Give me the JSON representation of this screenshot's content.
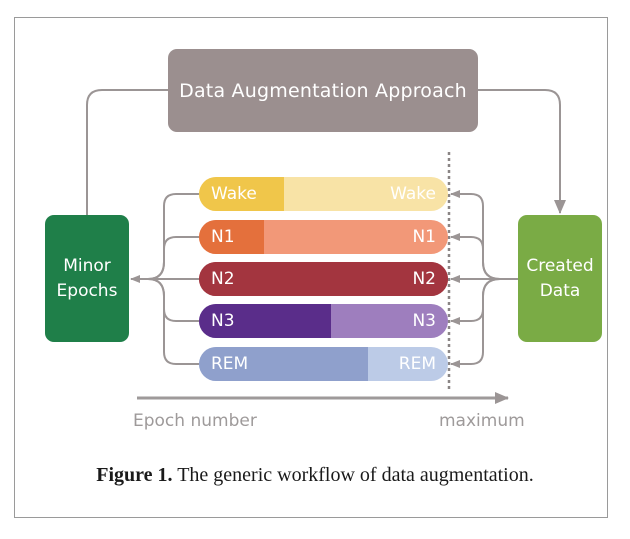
{
  "figure": {
    "approach_box": {
      "label": "Data Augmentation Approach",
      "color": "#9b8f8f"
    },
    "minor_epochs_box": {
      "line1": "Minor",
      "line2": "Epochs",
      "color": "#1f7f49"
    },
    "created_data_box": {
      "line1": "Created",
      "line2": "Data",
      "color": "#7aab45"
    },
    "stages": [
      {
        "name": "Wake",
        "left_label": "Wake",
        "right_label": "Wake",
        "dark_color": "#f0c64a",
        "light_color": "#f8e3a6",
        "dark_fraction": 0.34
      },
      {
        "name": "N1",
        "left_label": "N1",
        "right_label": "N1",
        "dark_color": "#e4703c",
        "light_color": "#f29878",
        "dark_fraction": 0.26
      },
      {
        "name": "N2",
        "left_label": "N2",
        "right_label": "N2",
        "dark_color": "#a3353f",
        "light_color": "#a3353f",
        "dark_fraction": 1.0
      },
      {
        "name": "N3",
        "left_label": "N3",
        "right_label": "N3",
        "dark_color": "#5a2d8a",
        "light_color": "#9e7ebe",
        "dark_fraction": 0.53
      },
      {
        "name": "REM",
        "left_label": "REM",
        "right_label": "REM",
        "dark_color": "#8fa0cc",
        "light_color": "#bccbe7",
        "dark_fraction": 0.68
      }
    ],
    "axis": {
      "start_label": "Epoch number",
      "end_label": "maximum",
      "color": "#9e9a9a"
    },
    "connector_color": "#9b9595",
    "caption": {
      "prefix": "Figure 1.",
      "text": " The generic workflow of data augmentation."
    }
  }
}
